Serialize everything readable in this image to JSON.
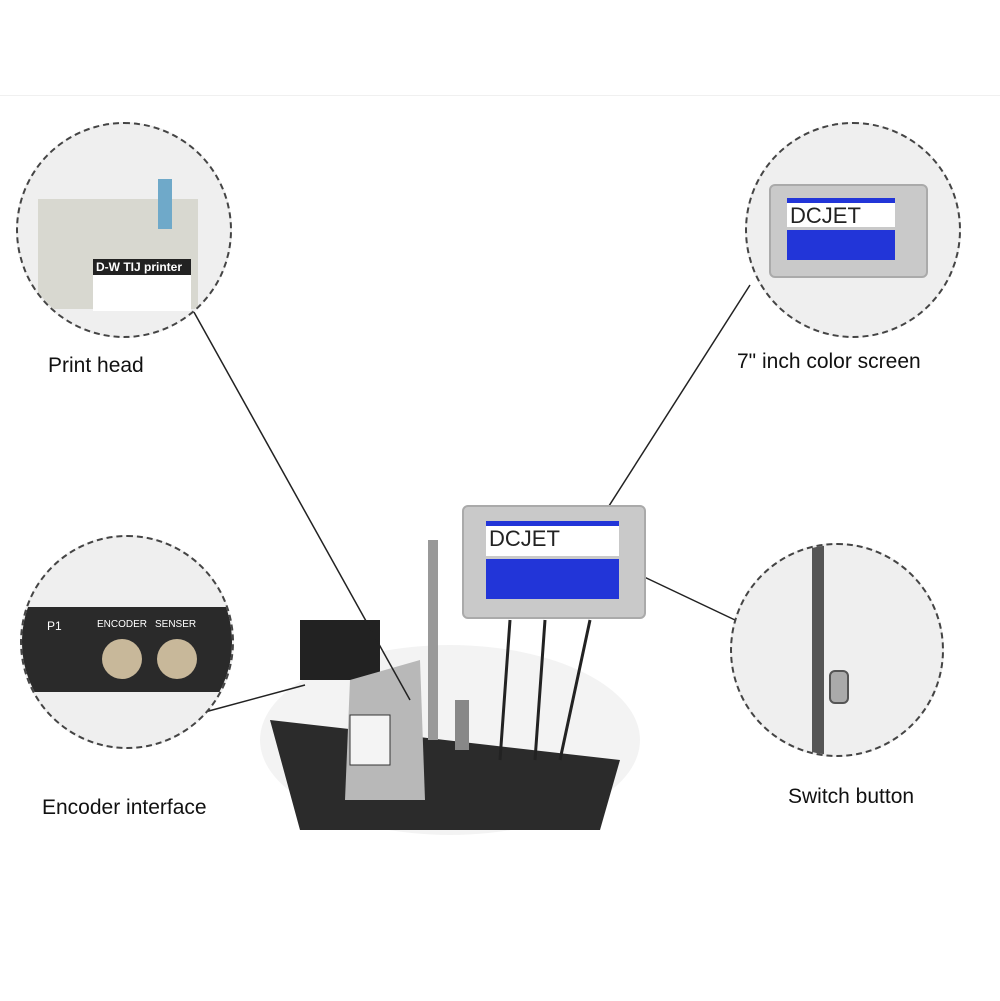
{
  "callouts": {
    "print_head": "Print head",
    "screen": "7\" inch color screen",
    "encoder": "Encoder interface",
    "switch": "Switch button"
  },
  "details": {
    "print_head_plate": "D-W  TIJ printer",
    "screen_brand": "DCJET",
    "port_p1": "P1",
    "port_encoder": "ENCODER",
    "port_senser": "SENSER"
  },
  "colors": {
    "screen_blue": "#2235d8"
  }
}
